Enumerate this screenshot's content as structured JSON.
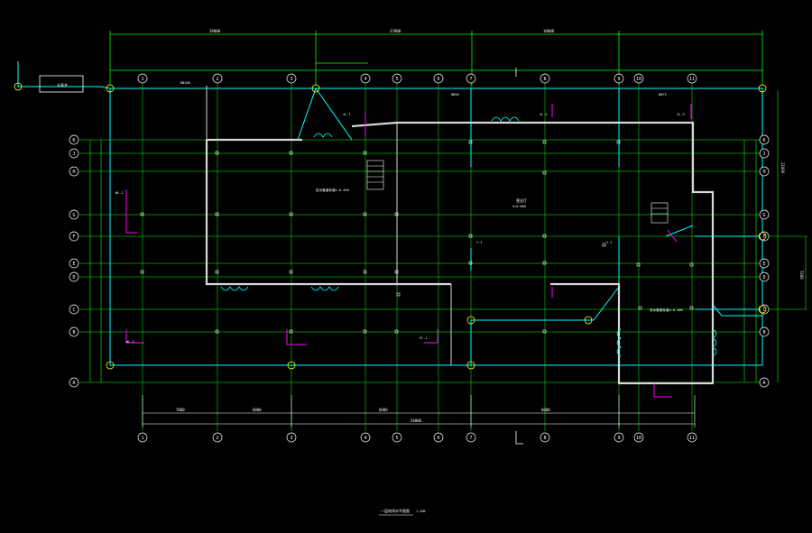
{
  "drawing": {
    "title": "一层给排水平面图",
    "scale": "1:100",
    "room_label_1": "营业厅",
    "room_label_2": "h=0.000"
  },
  "grid_columns": [
    "1",
    "2",
    "3",
    "4",
    "5",
    "6",
    "7",
    "8",
    "9",
    "10",
    "11"
  ],
  "grid_rows": [
    "K",
    "J",
    "H",
    "G",
    "F",
    "E",
    "D",
    "C",
    "B",
    "A"
  ],
  "overall_dims": {
    "top_left": "39000",
    "top_mid": "37800",
    "top_right": "18000",
    "bottom_left": "7800",
    "bottom_mid_1": "6000",
    "bottom_mid_2": "6000",
    "bottom_right": "6000",
    "bottom_total": "54000",
    "right_vertical": "21000",
    "right_small": "7200"
  },
  "pipe_labels": {
    "jl1": "JL-1",
    "jl2": "JL-2",
    "jl3": "JL-3",
    "wl1": "WL-1",
    "wl2": "WL-2",
    "fl1": "FL-1",
    "dn100": "DN100",
    "dn50": "DN50",
    "dn75": "DN75",
    "pipe_note": "给水管道标高h-0.450",
    "drain_note": "排水管道标高h-0.500",
    "tank": "水表井",
    "y1": "Y-1",
    "y2": "Y-2"
  },
  "colors": {
    "grid_line": "#00ff00",
    "water_supply": "#00ffff",
    "fixture": "#ff00ff",
    "wall": "#ffffff",
    "text": "#ffffff",
    "bubble": "#ffff00"
  }
}
